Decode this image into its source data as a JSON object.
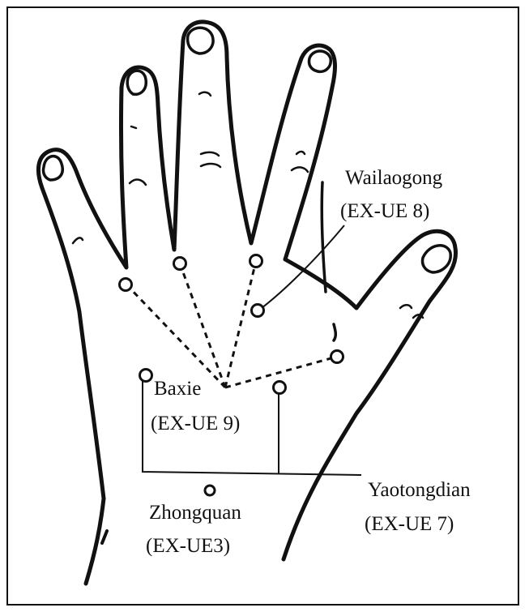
{
  "labels": {
    "wailaogong": {
      "name": "Wailaogong",
      "code": "(EX-UE 8)"
    },
    "baxie": {
      "name": "Baxie",
      "code": "(EX-UE 9)"
    },
    "yaotongdian": {
      "name": "Yaotongdian",
      "code": "(EX-UE 7)"
    },
    "zhongquan": {
      "name": "Zhongquan",
      "code": "(EX-UE3)"
    }
  },
  "colors": {
    "ink": "#111111",
    "background": "#ffffff"
  }
}
